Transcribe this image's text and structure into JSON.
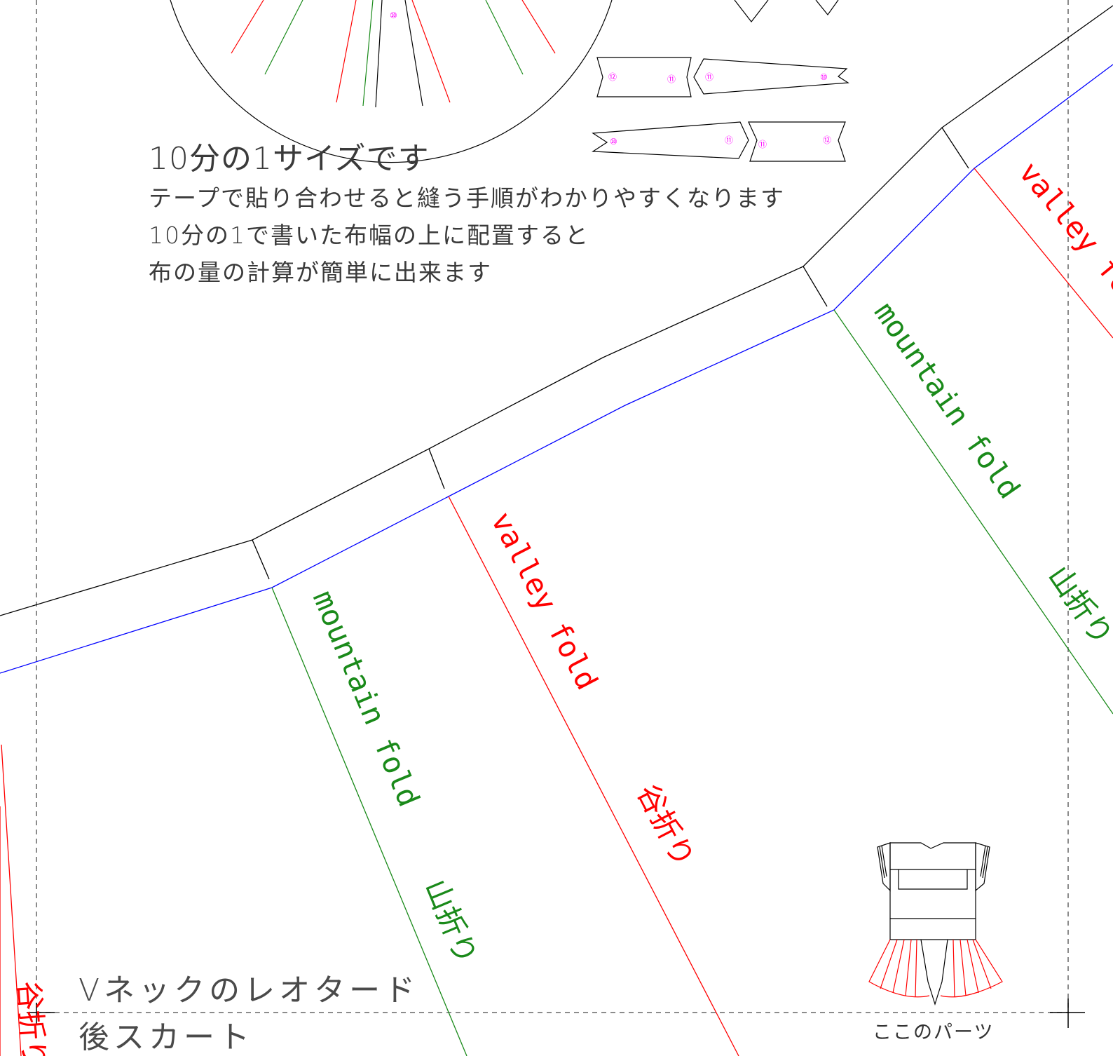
{
  "notes": {
    "title": "10分の1サイズです",
    "line1": "テープで貼り合わせると縫う手順がわかりやすくなります",
    "line2": "10分の1で書いた布幅の上に配置すると",
    "line3": "布の量の計算が簡単に出来ます"
  },
  "footer": {
    "product_name": "Vネックのレオタード",
    "part_name": "後スカート",
    "part_caption": "ここのパーツ"
  },
  "fold_labels": {
    "mountain_en": "mountain fold",
    "mountain_ja": "山折り",
    "valley_en": "valley fold",
    "valley_ja": "谷折り"
  },
  "piece_numbers": {
    "n10": "⑩",
    "n11": "⑪",
    "n12": "⑫"
  },
  "colors": {
    "cut_line": "#000000",
    "seam_line": "#0000ff",
    "mountain_fold": "#1a8a1a",
    "valley_fold": "#ff0000",
    "piece_number": "#ff00ff",
    "guide_dashed": "#666666"
  }
}
